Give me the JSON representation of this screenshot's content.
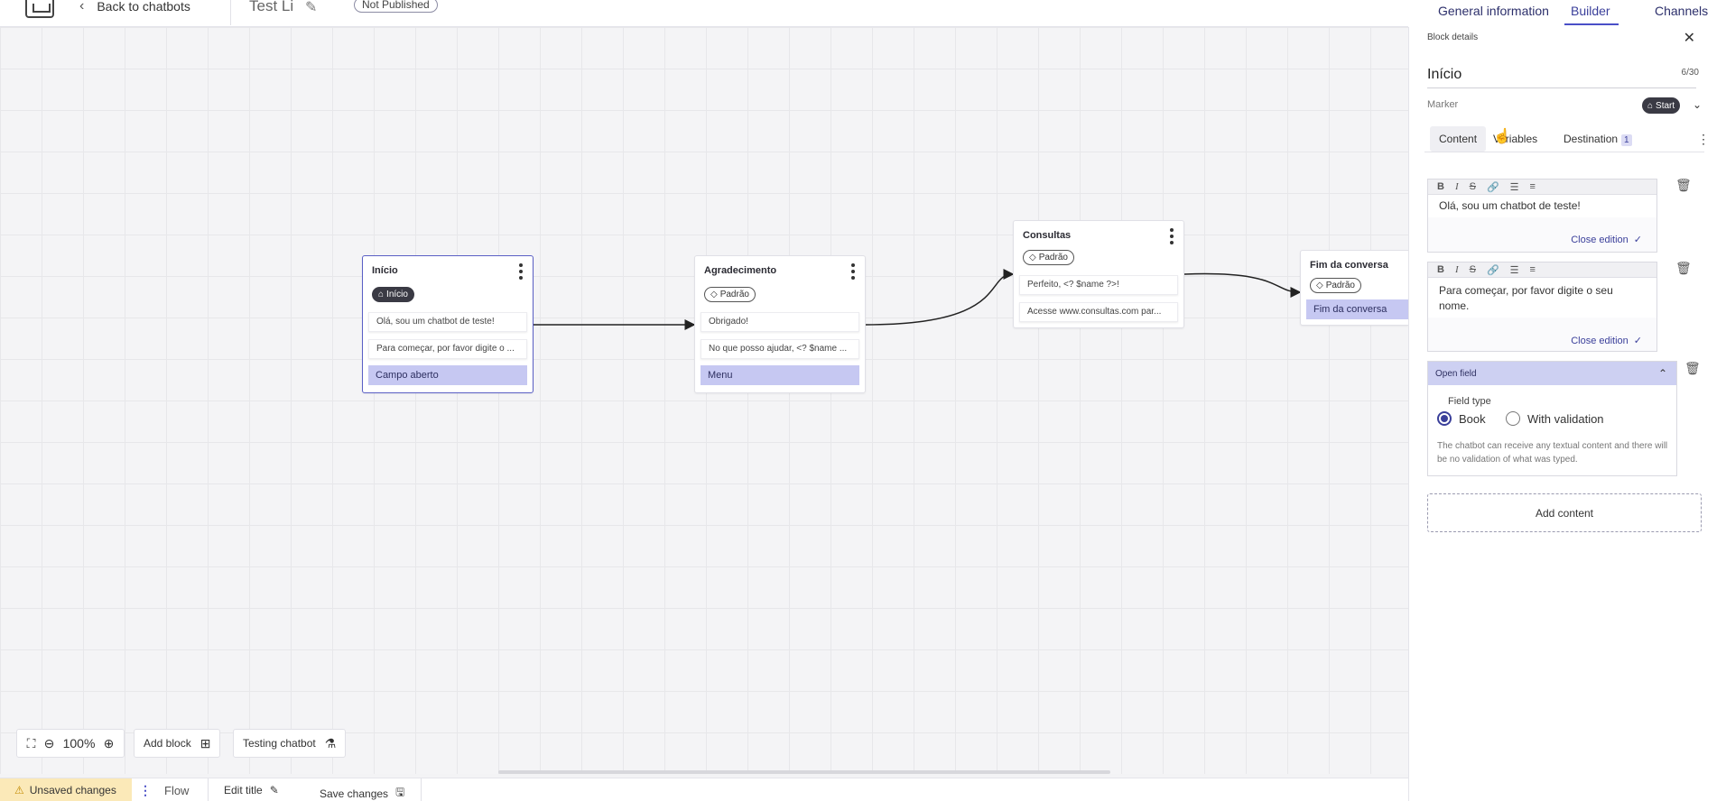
{
  "header": {
    "back_label": "Back to chatbots",
    "chatbot_name": "Test Li",
    "status_badge": "Not Published",
    "tabs": [
      "General information",
      "Builder",
      "Channels"
    ],
    "active_tab": "Builder"
  },
  "canvas": {
    "blocks": [
      {
        "title": "Início",
        "tag": "Início",
        "messages": [
          "Olá, sou um chatbot de teste!",
          "Para começar, por favor digite o ..."
        ],
        "cta": "Campo aberto"
      },
      {
        "title": "Agradecimento",
        "tag": "Padrão",
        "messages": [
          "Obrigado!",
          "No que posso ajudar, <? $name ..."
        ],
        "cta": "Menu"
      },
      {
        "title": "Consultas",
        "tag": "Padrão",
        "messages": [
          "Perfeito, <? $name ?>!",
          "Acesse www.consultas.com par..."
        ]
      },
      {
        "title": "Fim da conversa",
        "tag": "Padrão",
        "cta": "Fim da conversa"
      }
    ]
  },
  "controls": {
    "zoom": "100%",
    "add_block": "Add block",
    "testing": "Testing chatbot"
  },
  "statusbar": {
    "unsaved": "Unsaved changes",
    "flow": "Flow",
    "edit_title": "Edit title",
    "save_changes": "Save changes"
  },
  "panel": {
    "header": "Block details",
    "title": "Início",
    "char_count": "6/30",
    "marker_label": "Marker",
    "marker_value": "Start",
    "tabs": [
      "Content",
      "Variables",
      "Destination"
    ],
    "destination_count": "1",
    "editors": [
      {
        "text": "Olá, sou um chatbot de teste!",
        "close_label": "Close edition"
      },
      {
        "text": "Para começar, por favor digite o seu nome.",
        "close_label": "Close edition"
      }
    ],
    "open_field": {
      "title": "Open field",
      "field_type_label": "Field type",
      "options": [
        "Book",
        "With validation"
      ],
      "selected": "Book",
      "description": "The chatbot can receive any textual content and there will be no validation of what was typed."
    },
    "add_content": "Add content"
  },
  "colors": {
    "accent": "#4a4fc7",
    "cta_bg": "#c6c8f2",
    "unsaved_bg": "#fbe9b8"
  }
}
